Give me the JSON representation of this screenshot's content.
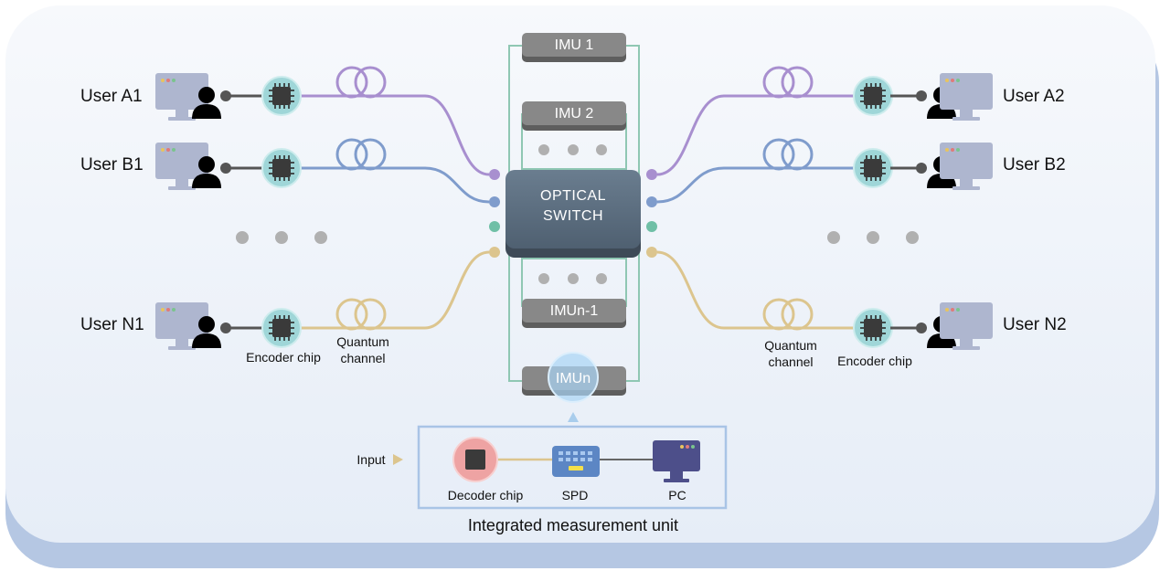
{
  "left_users": [
    {
      "label": "User A1",
      "fiber_color": "#a88fcf"
    },
    {
      "label": "User B1",
      "fiber_color": "#7f9ccc"
    },
    {
      "label": "User N1",
      "fiber_color": "#dcc58e"
    }
  ],
  "right_users": [
    {
      "label": "User A2",
      "fiber_color": "#a88fcf"
    },
    {
      "label": "User B2",
      "fiber_color": "#7f9ccc"
    },
    {
      "label": "User N2",
      "fiber_color": "#dcc58e"
    }
  ],
  "encoder_label": "Encoder chip",
  "channel_label": [
    "Quantum",
    "channel"
  ],
  "switch_label": [
    "OPTICAL",
    "SWITCH"
  ],
  "imus": [
    "IMU 1",
    "IMU 2",
    "IMUn-1",
    "IMUn"
  ],
  "imu_detail": {
    "input_label": "Input",
    "decoder_label": "Decoder chip",
    "spd_label": "SPD",
    "pc_label": "PC",
    "caption": "Integrated measurement unit"
  },
  "colors": {
    "background_panel": "#eef3fa",
    "panel_shadow": "#b5c7e3",
    "switch": "#5b6e80",
    "imu": "#858585",
    "chip": "#9fd6d8",
    "decoder_chip": "#eea3a3",
    "monitor": "#aeb6cf",
    "pc_monitor": "#4d4f8a",
    "frame_green": "#8fc7b3"
  }
}
